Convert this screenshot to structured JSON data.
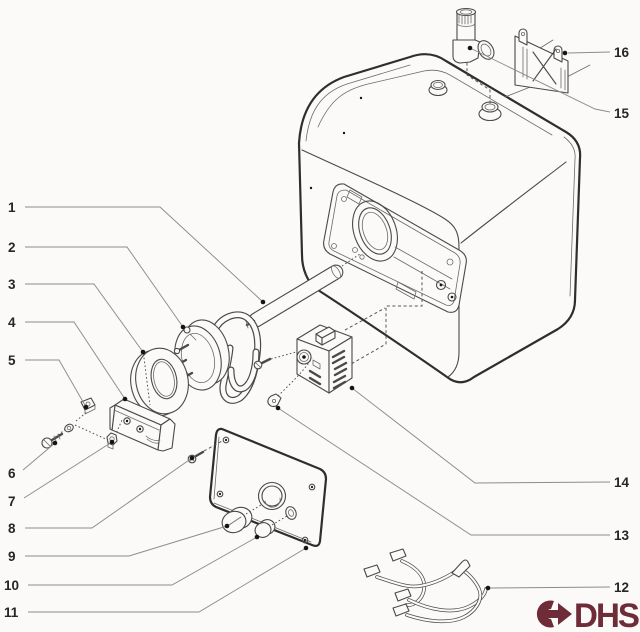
{
  "callouts": [
    {
      "label": "1"
    },
    {
      "label": "2"
    },
    {
      "label": "3"
    },
    {
      "label": "4"
    },
    {
      "label": "5"
    },
    {
      "label": "6"
    },
    {
      "label": "7"
    },
    {
      "label": "8"
    },
    {
      "label": "9"
    },
    {
      "label": "10"
    },
    {
      "label": "11"
    },
    {
      "label": "12"
    },
    {
      "label": "13"
    },
    {
      "label": "14"
    },
    {
      "label": "15"
    },
    {
      "label": "16"
    }
  ],
  "logo": {
    "text": "DHS"
  },
  "colors": {
    "background": "#fbfaf8",
    "line": "#4a4a4a",
    "outline": "#2e2e2e",
    "leader": "#8c8c8c",
    "label": "#262626",
    "logo": "#6e2c38"
  }
}
